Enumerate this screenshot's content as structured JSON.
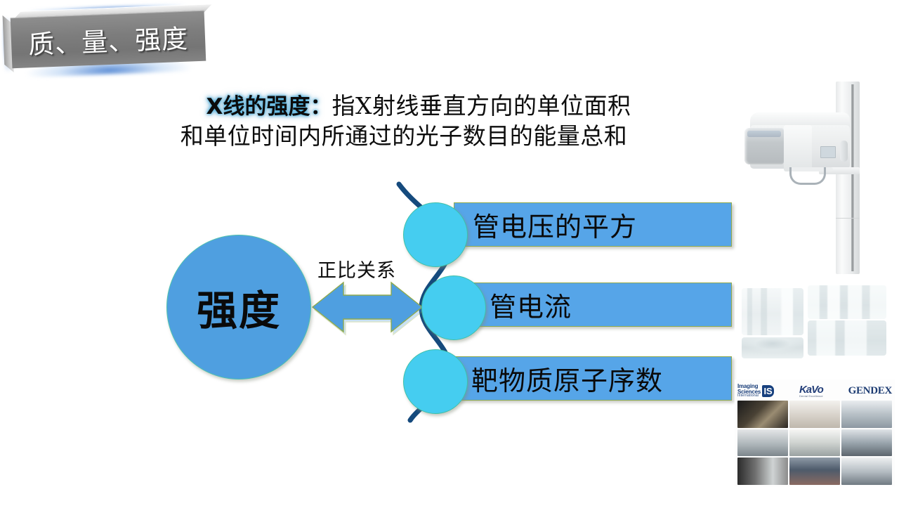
{
  "slide": {
    "background_color": "#ffffff",
    "title": "质、量、强度"
  },
  "body": {
    "lead": "X线的强度：",
    "line1_rest": "指X射线垂直方向的单位面积",
    "line2": "和单位时间内所通过的光子数目的能量总和"
  },
  "diagram": {
    "center_label": "强度",
    "relation_label": "正比关系",
    "items": [
      {
        "label": "管电压的平方"
      },
      {
        "label": "管电流"
      },
      {
        "label": "靶物质原子序数"
      }
    ]
  },
  "images": {
    "panoramic_machine_alt": "panoramic-dental-xray-machine",
    "radiograph_collage_alt": "dental-radiograph-collage",
    "brand_collage_alt": "dental-imaging-product-collage",
    "brands": {
      "isi_line1": "Imaging",
      "isi_line2": "Sciences",
      "isi_line3": "International",
      "isi_mark": "IS",
      "kavo_mark": "KaVo",
      "kavo_tagline": "Dental Excellence",
      "gendex": "GENDEX"
    }
  },
  "colors": {
    "main_circle": "#4f9fe0",
    "node_circle": "#45cdf0",
    "bar": "#56a5e8",
    "bar_border": "#8faa4e",
    "spine": "#154a7d",
    "arrow": "#4f9fe0",
    "banner_face": "#7d7d7d",
    "banner_glow": "#2869c8"
  }
}
